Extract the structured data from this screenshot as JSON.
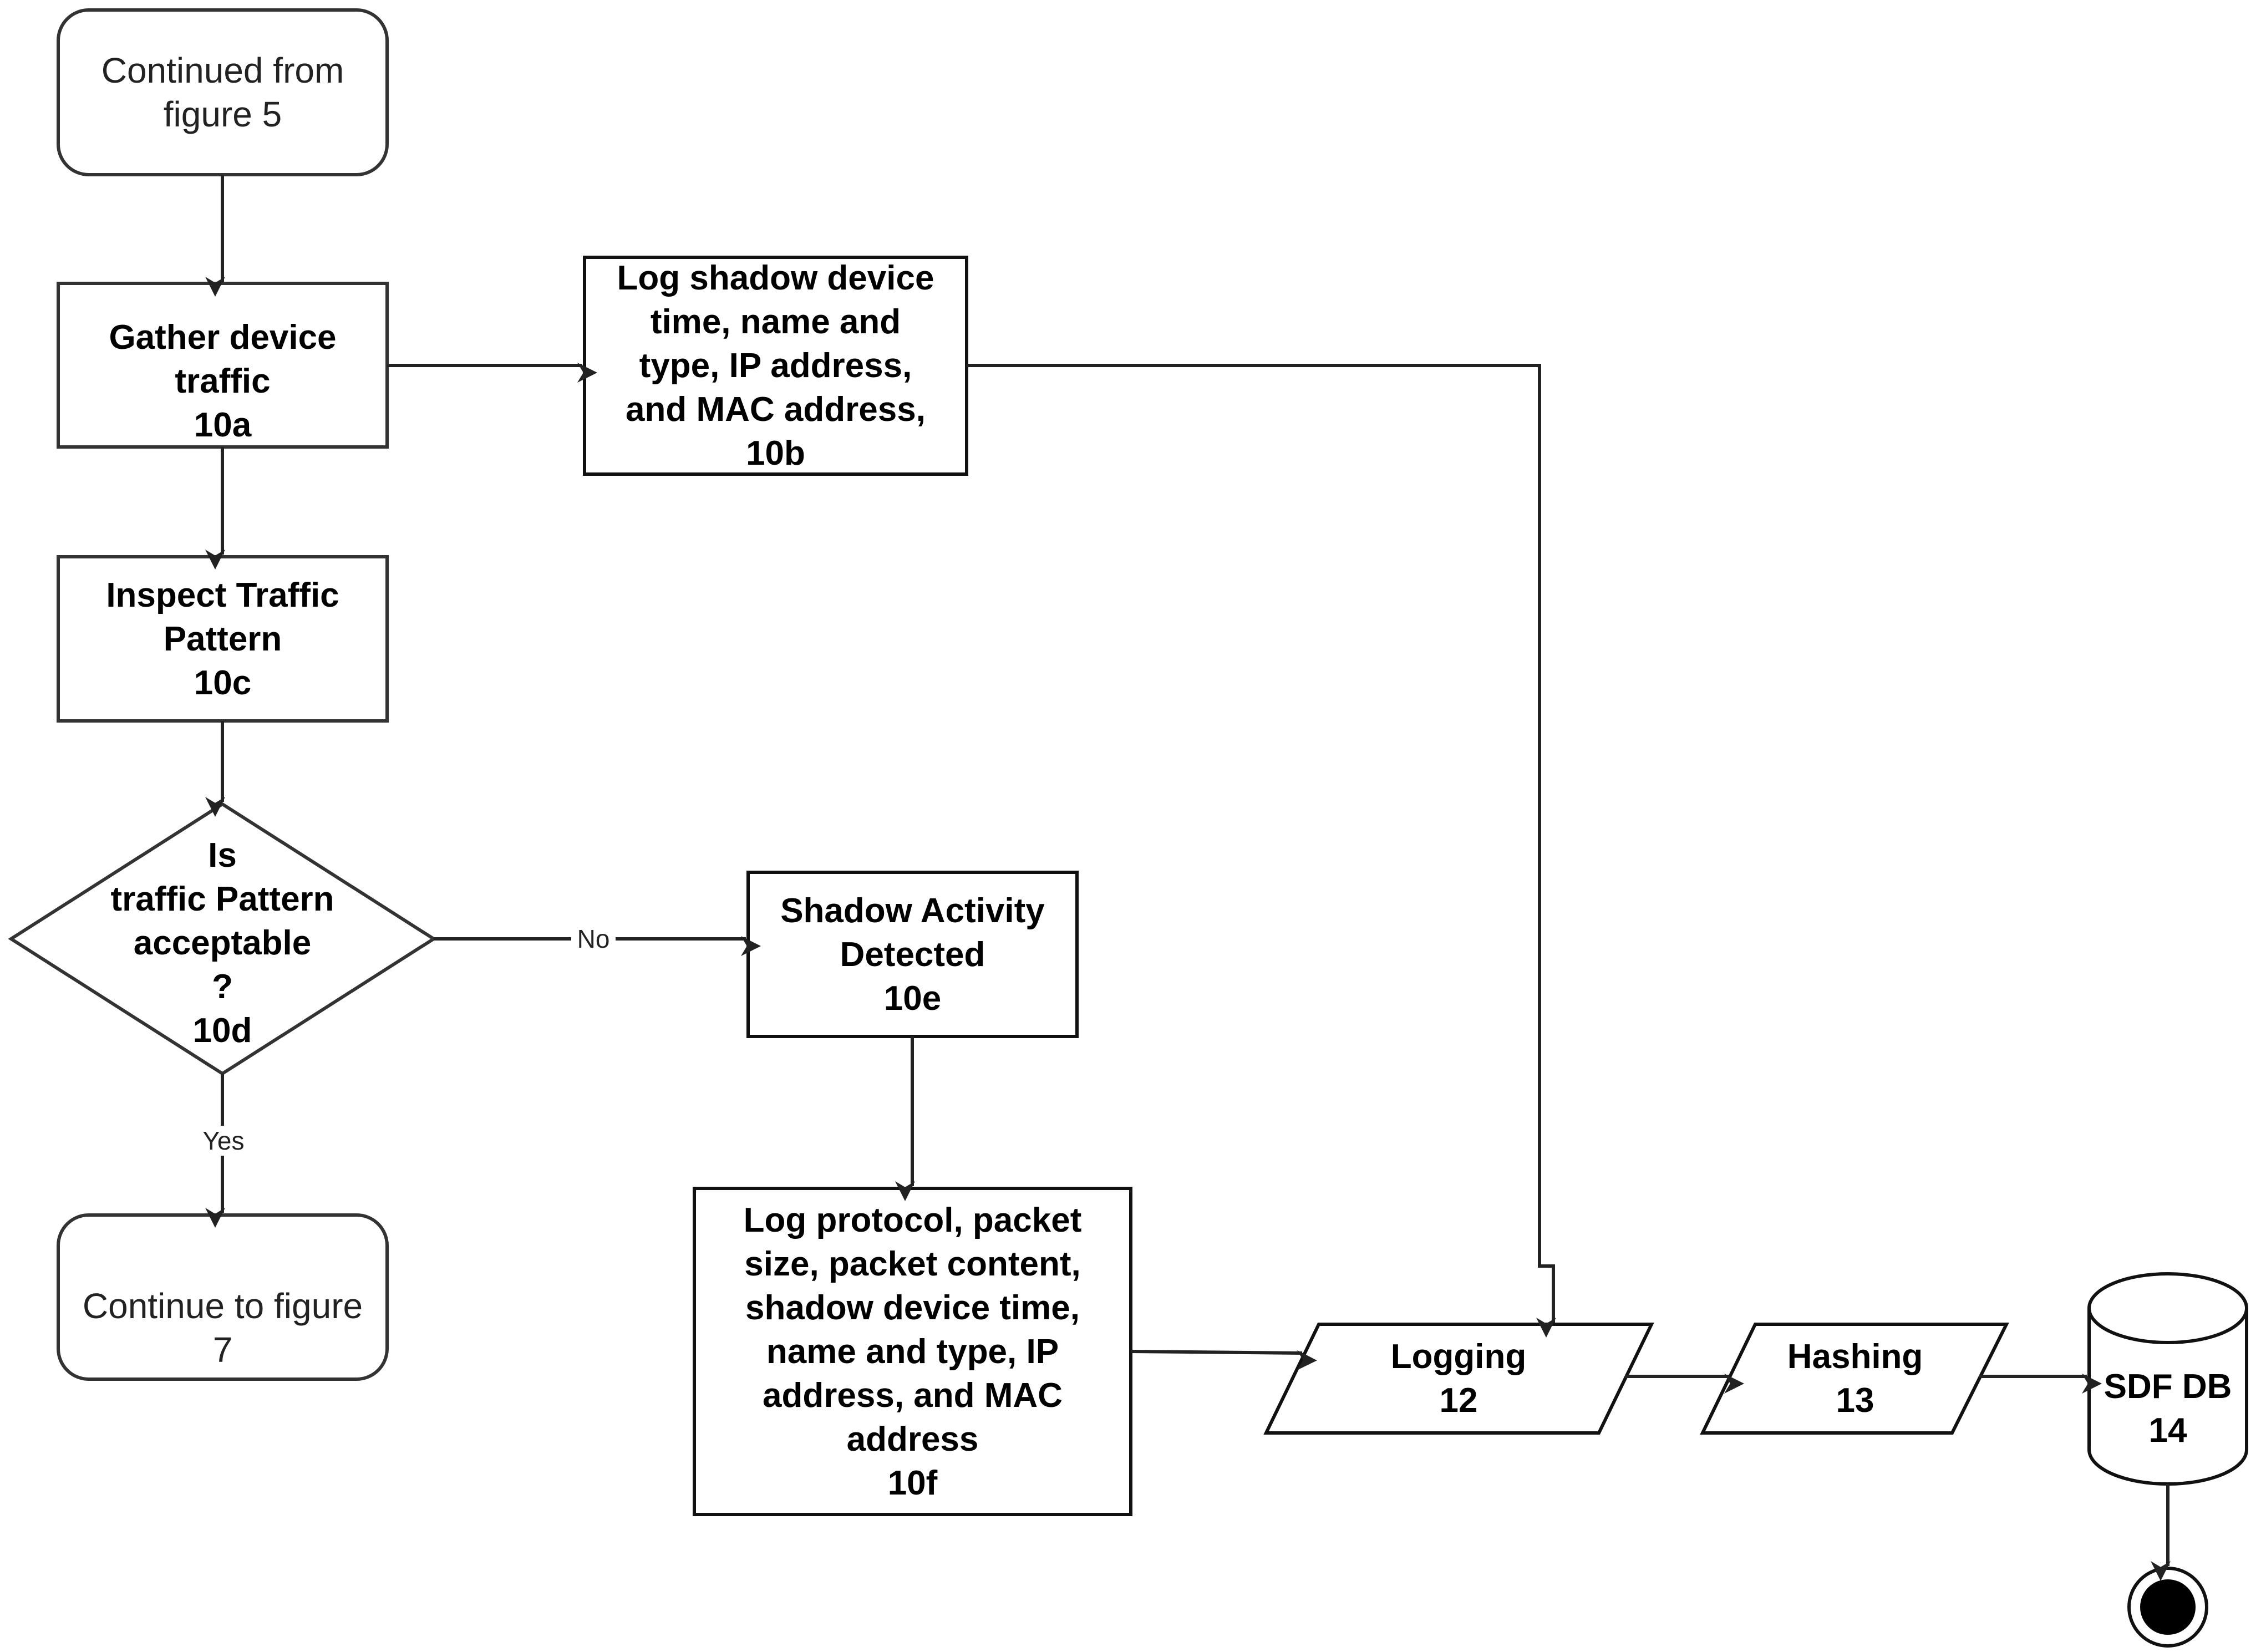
{
  "nodes": {
    "start": "Continued from\nfigure 5",
    "gather": "Gather device\ntraffic\n10a",
    "log_shadow": "Log shadow device\ntime, name and\ntype, IP address,\nand MAC address,\n10b",
    "inspect": "Inspect Traffic\nPattern\n10c",
    "decision": "Is\ntraffic Pattern\nacceptable\n?\n10d",
    "shadow_detected": "Shadow Activity\nDetected\n10e",
    "log_protocol": "Log protocol, packet\nsize, packet content,\nshadow device time,\nname and type, IP\naddress, and MAC\naddress\n10f",
    "continue": "Continue to figure\n7",
    "logging": "Logging\n12",
    "hashing": "Hashing\n13",
    "sdf_db": "SDF DB\n14"
  },
  "edges": {
    "no_label": "No",
    "yes_label": "Yes"
  },
  "end_icon": "end-state-icon"
}
